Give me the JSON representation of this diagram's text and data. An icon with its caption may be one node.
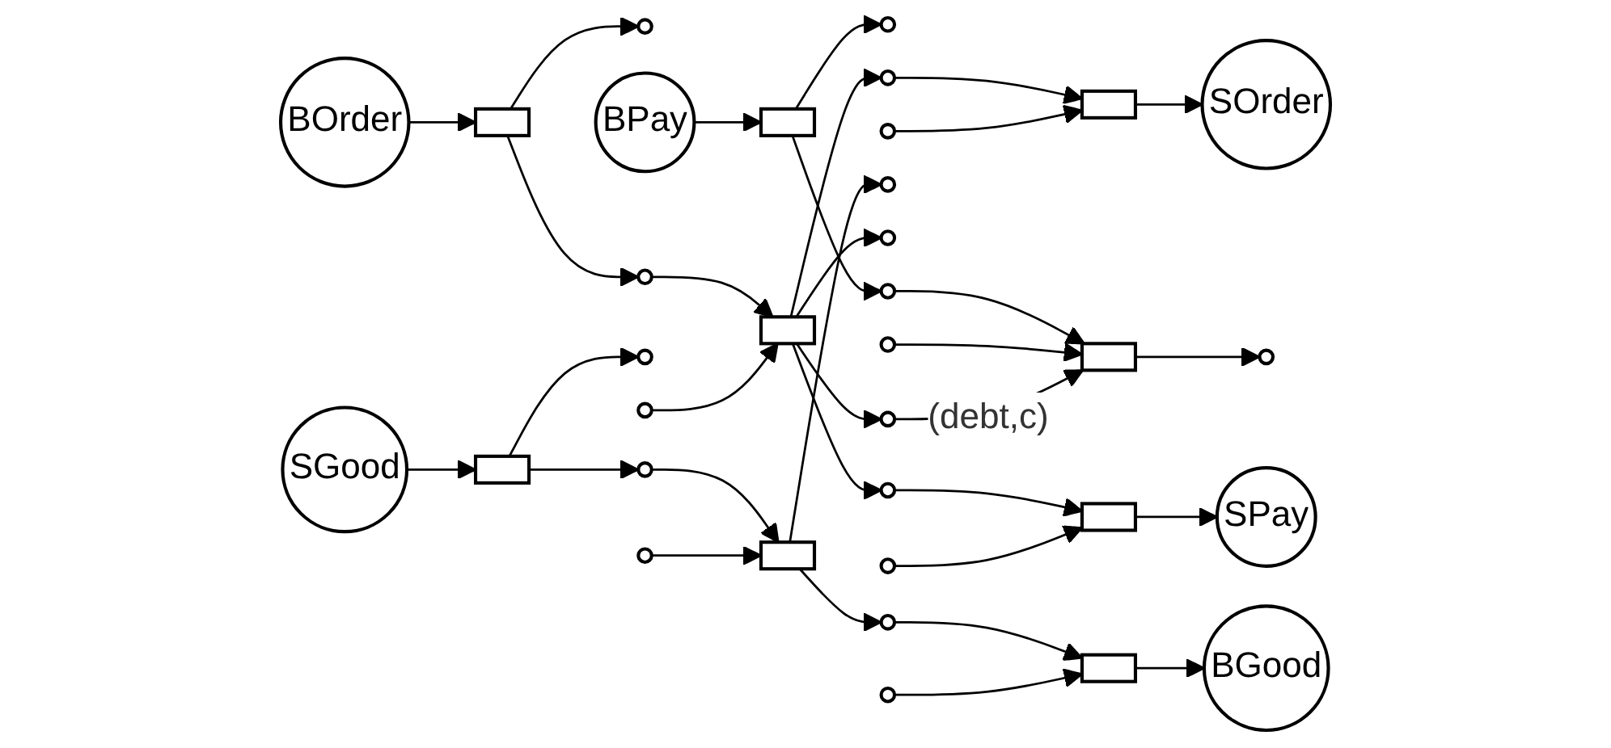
{
  "diagram": {
    "nodes": [
      {
        "text": [],
        "shape": "circle"
      },
      {
        "text": [],
        "shape": "circle"
      },
      {
        "text": [],
        "shape": "circle"
      },
      {
        "text": [],
        "shape": "circle"
      },
      {
        "text": [],
        "shape": "circle"
      },
      {
        "text": [],
        "shape": "circle"
      },
      {
        "text": [],
        "shape": "circle"
      },
      {
        "text": [],
        "shape": "circle"
      },
      {
        "text": [],
        "shape": "circle"
      },
      {
        "text": [],
        "shape": "circle"
      },
      {
        "text": [],
        "shape": "circle"
      },
      {
        "text": [],
        "shape": "circle"
      },
      {
        "text": [
          "BOrder"
        ]
      },
      {
        "text": [],
        "shape": "box"
      },
      {
        "text": [],
        "shape": "circle"
      },
      {
        "text": [],
        "shape": "box"
      },
      {
        "text": [],
        "shape": "circle"
      },
      {
        "text": [],
        "shape": "box"
      },
      {
        "text": [
          "SOrder"
        ]
      },
      {
        "text": [
          "BGood"
        ]
      },
      {
        "text": [],
        "shape": "box"
      },
      {
        "text": [],
        "shape": "circle"
      },
      {
        "text": [],
        "shape": "box"
      },
      {
        "text": [],
        "shape": "circle"
      },
      {
        "text": [],
        "shape": "box"
      },
      {
        "text": [
          "SGood"
        ]
      },
      {
        "text": [],
        "shape": "circle"
      },
      {
        "text": [
          "BPay"
        ]
      },
      {
        "text": [],
        "shape": "box"
      },
      {
        "text": [],
        "shape": "circle"
      },
      {
        "text": [],
        "shape": "box"
      },
      {
        "text": [],
        "shape": "circle"
      },
      {
        "text": [],
        "shape": "box"
      },
      {
        "text": [
          "SPay"
        ]
      }
    ],
    "edges": [
      {
        "from": 12,
        "to": 13,
        "arrow": "to"
      },
      {
        "from": 13,
        "to": 14,
        "arrow": "to"
      },
      {
        "from": 14,
        "to": 15,
        "arrow": "to"
      },
      {
        "from": 15,
        "to": 16,
        "arrow": "to"
      },
      {
        "from": 16,
        "to": 17,
        "arrow": "to"
      },
      {
        "from": 17,
        "to": 18,
        "arrow": "to"
      },
      {
        "from": 25,
        "to": 24,
        "arrow": "to"
      },
      {
        "from": 24,
        "to": 23,
        "arrow": "to"
      },
      {
        "from": 23,
        "to": 22,
        "arrow": "to"
      },
      {
        "from": 22,
        "to": 21,
        "arrow": "to"
      },
      {
        "from": 21,
        "to": 20,
        "arrow": "to"
      },
      {
        "from": 20,
        "to": 19,
        "arrow": "to"
      },
      {
        "from": 27,
        "to": 28,
        "arrow": "to"
      },
      {
        "from": 28,
        "to": 29,
        "arrow": "to"
      },
      {
        "from": 29,
        "to": 30,
        "arrow": "to"
      },
      {
        "from": 31,
        "to": 32,
        "arrow": "to"
      },
      {
        "from": 32,
        "to": 33,
        "arrow": "to"
      },
      {
        "from": 28,
        "to": 0,
        "arrow": "to"
      },
      {
        "from": 1,
        "to": 20,
        "arrow": "to"
      },
      {
        "from": 13,
        "to": 2,
        "arrow": "to"
      },
      {
        "from": 3,
        "to": 30,
        "arrow": "to"
      },
      {
        "from": 30,
        "to": 4,
        "arrow": "to"
      },
      {
        "from": 5,
        "to": 22,
        "arrow": "to"
      },
      {
        "from": 22,
        "to": 6,
        "arrow": "to"
      },
      {
        "from": 7,
        "to": 15,
        "arrow": "to"
      },
      {
        "from": 15,
        "to": 8,
        "arrow": "to"
      },
      {
        "from": 15,
        "to": 26,
        "arrow": "to"
      },
      {
        "from": 26,
        "to": 30,
        "arrow": "to",
        "label": "(debt,c)"
      },
      {
        "from": 15,
        "to": 31,
        "arrow": "to"
      },
      {
        "from": 9,
        "to": 32,
        "arrow": "to"
      },
      {
        "from": 24,
        "to": 10,
        "arrow": "to"
      },
      {
        "from": 11,
        "to": 17,
        "arrow": "to"
      }
    ]
  }
}
